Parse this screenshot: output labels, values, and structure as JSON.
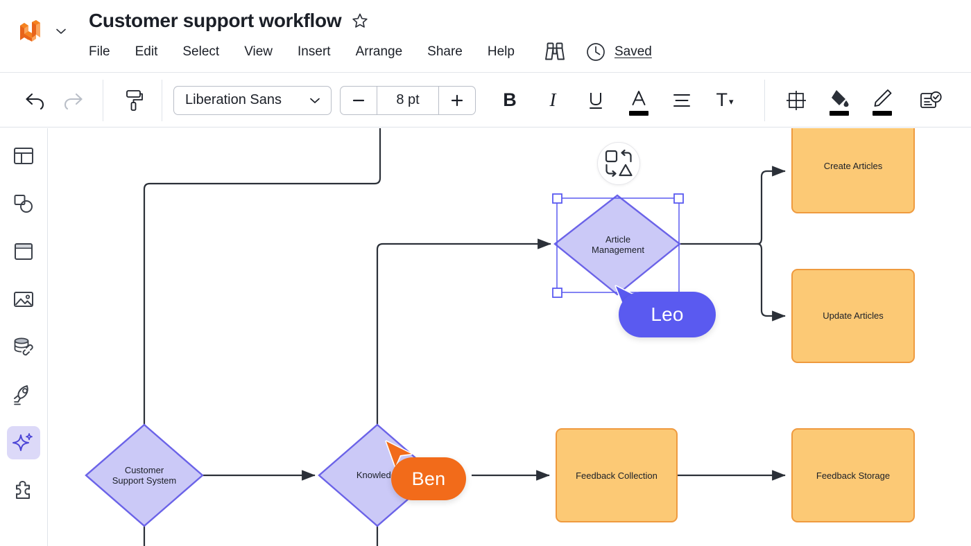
{
  "app": {
    "logo_icon": "lucid-logo-icon",
    "logo_color": "#f2752a",
    "doc_title": "Customer support workflow",
    "star_icon": "star-outline-icon",
    "caret_icon": "chevron-down-icon"
  },
  "menubar": {
    "items": [
      {
        "label": "File"
      },
      {
        "label": "Edit"
      },
      {
        "label": "Select"
      },
      {
        "label": "View"
      },
      {
        "label": "Insert"
      },
      {
        "label": "Arrange"
      },
      {
        "label": "Share"
      },
      {
        "label": "Help"
      }
    ],
    "binoculars_icon": "binoculars-icon",
    "clock_icon": "clock-icon",
    "save_status": "Saved"
  },
  "toolbar": {
    "undo_icon": "undo-arrow-icon",
    "redo_icon": "redo-arrow-icon",
    "format_painter_icon": "paint-roller-icon",
    "font_family": "Liberation Sans",
    "font_dropdown_icon": "chevron-down-icon",
    "font_size_decrease": "−",
    "font_size_value": "8 pt",
    "font_size_increase": "+",
    "bold_label": "B",
    "italic_label": "I",
    "underline_label": "U",
    "text_color_label": "A",
    "text_color_swatch": "#000000",
    "align_icon": "text-align-icon",
    "text_options_label": "T",
    "text_options_caret": "▾",
    "shape_options_icon": "shape-crosshair-icon",
    "fill_icon": "paint-bucket-icon",
    "fill_color_swatch": "#000000",
    "line_icon": "pencil-line-icon",
    "line_color_swatch": "#000000",
    "notes_icon": "document-check-icon"
  },
  "left_rail": {
    "items": [
      {
        "name": "templates-icon",
        "label": "Templates",
        "active": false
      },
      {
        "name": "shapes-icon",
        "label": "Shapes",
        "active": false
      },
      {
        "name": "container-icon",
        "label": "Containers",
        "active": false
      },
      {
        "name": "image-icon",
        "label": "Images",
        "active": false
      },
      {
        "name": "data-link-icon",
        "label": "Data",
        "active": false
      },
      {
        "name": "rocket-icon",
        "label": "Get started",
        "active": false
      },
      {
        "name": "ai-sparkle-icon",
        "label": "AI",
        "active": true
      },
      {
        "name": "puzzle-icon",
        "label": "Integrations",
        "active": false
      }
    ],
    "active_bg": "#dcd9f8",
    "active_fg": "#4c45d6"
  },
  "canvas": {
    "selected_shape_id": "article-management",
    "selection_color": "#5a5af0",
    "shape_popover_glyphs": [
      "square-icon",
      "arrow-up-left-icon",
      "arrow-down-right-icon",
      "triangle-icon"
    ],
    "colors": {
      "diamond_fill": "#cbc9f7",
      "diamond_stroke": "#6b63e8",
      "box_fill": "#fcc975",
      "box_stroke": "#ef9a3e",
      "connector": "#2b3038"
    },
    "nodes": [
      {
        "id": "customer-support-system",
        "shape": "diamond",
        "label": "Customer\nSupport System"
      },
      {
        "id": "knowledge-base",
        "shape": "diamond",
        "label": "Knowledge"
      },
      {
        "id": "article-management",
        "shape": "diamond",
        "label": "Article\nManagement"
      },
      {
        "id": "create-articles",
        "shape": "box",
        "label": "Create Articles"
      },
      {
        "id": "update-articles",
        "shape": "box",
        "label": "Update Articles"
      },
      {
        "id": "feedback-collection",
        "shape": "box",
        "label": "Feedback Collection"
      },
      {
        "id": "feedback-storage",
        "shape": "box",
        "label": "Feedback Storage"
      }
    ],
    "collaborators": [
      {
        "name": "Leo",
        "color": "#5a5af0"
      },
      {
        "name": "Ben",
        "color": "#f26b1a"
      }
    ]
  }
}
